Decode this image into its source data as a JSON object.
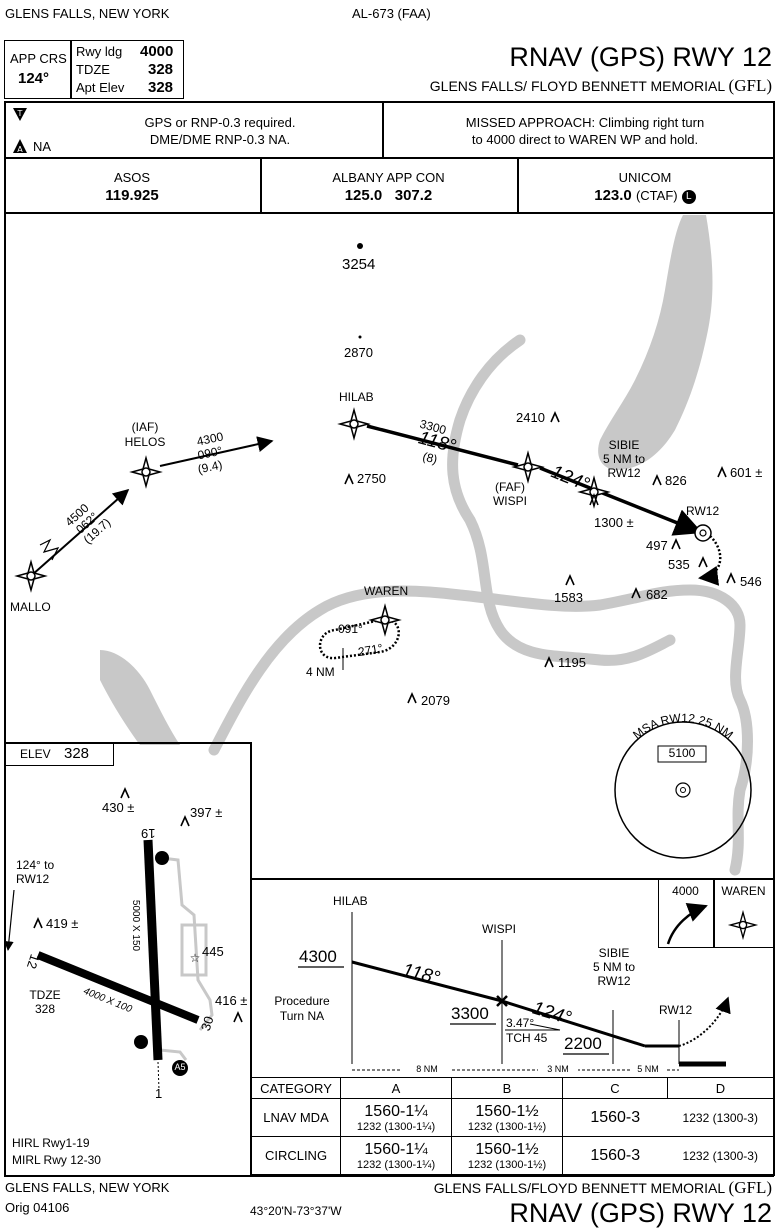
{
  "header": {
    "city": "GLENS FALLS, NEW YORK",
    "chart_number": "AL-673 (FAA)",
    "procedure_title": "RNAV (GPS) RWY 12",
    "airport": "GLENS FALLS/ FLOYD BENNETT MEMORIAL",
    "airport_id": "(GFL)"
  },
  "briefing": {
    "app_crs_label": "APP CRS",
    "app_crs": "124°",
    "rwy_ldg_label": "Rwy ldg",
    "rwy_ldg": "4000",
    "tdze_label": "TDZE",
    "tdze": "328",
    "apt_elev_label": "Apt Elev",
    "apt_elev": "328",
    "alt_min_na": "NA",
    "notes_1": "GPS or RNP-0.3 required.",
    "notes_2": "DME/DME RNP-0.3 NA.",
    "missed_1": "MISSED APPROACH: Climbing right turn",
    "missed_2": "to 4000 direct to WAREN WP and hold."
  },
  "comms": [
    {
      "label": "ASOS",
      "freq": "119.925"
    },
    {
      "label": "ALBANY APP CON",
      "freq": "125.0   307.2"
    },
    {
      "label": "UNICOM",
      "freq": "123.0",
      "suffix": "(CTAF)"
    }
  ],
  "plan": {
    "obstacles": {
      "o3254": "3254",
      "o2870": "2870",
      "o2410": "2410",
      "o2750": "2750",
      "o826": "826",
      "o601": "601 ±",
      "o1300": "1300 ±",
      "o497": "497",
      "o535": "535",
      "o546": "546",
      "o1583": "1583",
      "o682": "682",
      "o1195": "1195",
      "o2079": "2079"
    },
    "fixes": {
      "hilab": "HILAB",
      "helos_1": "(IAF)",
      "helos_2": "HELOS",
      "wispi_1": "(FAF)",
      "wispi_2": "WISPI",
      "sibie_1": "SIBIE",
      "sibie_2": "5 NM to",
      "sibie_3": "RW12",
      "rw12": "RW12",
      "mallo": "MALLO",
      "waren": "WAREN"
    },
    "legs": {
      "helos_alt": "4300",
      "helos_crs": "090°",
      "helos_dist": "(9.4)",
      "mallo_alt": "4500",
      "mallo_crs": "062°",
      "mallo_dist": "(19.7)",
      "hilab_alt": "3300",
      "hilab_crs": "118°",
      "hilab_dist": "(8)",
      "final_crs": "124°"
    },
    "hold": {
      "inbound": "091°",
      "outbound": "271°",
      "leg": "4 NM"
    },
    "msa": {
      "label": "MSA RW12 25 NM",
      "alt": "5100"
    }
  },
  "airport_diagram": {
    "elev_label": "ELEV",
    "elev": "328",
    "o430": "430 ±",
    "o397": "397 ±",
    "o419": "419 ±",
    "o445": "445",
    "o416": "416 ±",
    "rwy_19": "19",
    "rwy_1": "1",
    "rwy_12": "12",
    "rwy_30": "30",
    "dims_main": "5000 X 150",
    "dims_cross": "4000 X 100",
    "tdze_label": "TDZE",
    "tdze": "328",
    "arrival_1": "124° to",
    "arrival_2": "RW12",
    "a5": "A5",
    "lighting_1": "HIRL Rwy1-19",
    "lighting_2": "MIRL Rwy 12-30"
  },
  "profile": {
    "hilab": "HILAB",
    "hilab_alt": "4300",
    "crs1": "118°",
    "wispi": "WISPI",
    "wispi_alt": "3300",
    "crs2": "124°",
    "sibie_1": "SIBIE",
    "sibie_2": "5 NM to",
    "sibie_3": "RW12",
    "sibie_alt": "2200",
    "rw12": "RW12",
    "gs": "3.47°",
    "tch": "TCH 45",
    "pt_1": "Procedure",
    "pt_2": "Turn NA",
    "d1": "8 NM",
    "d2": "3 NM",
    "d3": "5 NM",
    "missed_alt": "4000",
    "missed_fix": "WAREN"
  },
  "minimums": {
    "headers": [
      "CATEGORY",
      "A",
      "B",
      "C",
      "D"
    ],
    "rows": [
      {
        "label": "LNAV MDA",
        "a": "1560-1¼",
        "a2": "1232 (1300-1¼)",
        "b": "1560-1½",
        "b2": "1232 (1300-1½)",
        "c": "1560-3",
        "d": "1232 (1300-3)"
      },
      {
        "label": "CIRCLING",
        "a": "1560-1¼",
        "a2": "1232 (1300-1¼)",
        "b": "1560-1½",
        "b2": "1232 (1300-1½)",
        "c": "1560-3",
        "d": "1232 (1300-3)"
      }
    ]
  },
  "footer": {
    "city": "GLENS FALLS, NEW YORK",
    "orig": "Orig 04106",
    "coords": "43°20'N-73°37'W",
    "airport": "GLENS FALLS/FLOYD BENNETT MEMORIAL",
    "airport_id": "(GFL)",
    "procedure_title": "RNAV (GPS) RWY 12"
  }
}
